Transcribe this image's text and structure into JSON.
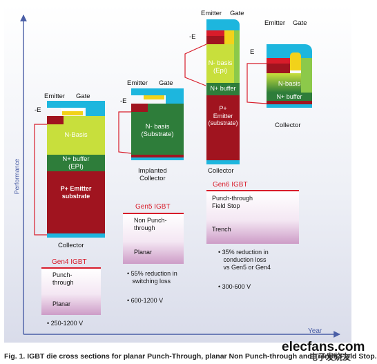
{
  "axes": {
    "y_label": "Performance",
    "x_label": "Year"
  },
  "devices": {
    "gen4": {
      "terminals": {
        "emitter": "Emitter",
        "gate": "Gate",
        "collector": "Collector",
        "field": "-E"
      },
      "layers": {
        "n": "N-Basis",
        "buffer": "N+ buffer\n(EPI)",
        "p": "P+ Emitter\nsubstrate"
      },
      "card": {
        "title": "Gen4 IGBT",
        "line1": "Punch-\nthrough",
        "line2": "Planar"
      },
      "bullets": [
        "• 250-1200 V"
      ]
    },
    "gen5": {
      "terminals": {
        "emitter": "Emitter",
        "gate": "Gate",
        "collector": "Implanted\nCollector",
        "field": "-E"
      },
      "layers": {
        "n": "N- basis\n(Substrate)"
      },
      "card": {
        "title": "Gen5 IGBT",
        "line1": "Non Punch-\nthrough",
        "line2": "Planar"
      },
      "bullets": [
        "• 55% reduction in\n   switching loss",
        "• 600-1200 V"
      ]
    },
    "gen6": {
      "terminals": {
        "emitter": "Emitter",
        "gate": "Gate",
        "collector": "Collector",
        "field": "-E"
      },
      "layers": {
        "n": "N- basis\n(Epi)",
        "buffer": "N+ buffer",
        "p": "P+\nEmitter\n(substrate)"
      },
      "card": {
        "title": "Gen6 IGBT",
        "line1": "Punch-through\nField Stop",
        "line2": "Trench"
      },
      "bullets": [
        "• 35% reduction in\n   conduction loss\n   vs Gen5 or Gen4",
        "• 300-600 V"
      ]
    },
    "trench": {
      "terminals": {
        "emitter": "Emitter",
        "gate": "Gate",
        "collector": "Collector",
        "field": "E"
      },
      "layers": {
        "n": "N-basis",
        "buffer": "N+ buffer"
      }
    }
  },
  "caption": "Fig. 1. IGBT die cross sections for planar Punch-Through, planar Non Punch-through and Trench Field Stop.",
  "watermark": {
    "logo": "elecfans.com",
    "cn": "电子发烧友"
  },
  "colors": {
    "p_emitter": "#a0141f",
    "n_basis_light": "#c8df3c",
    "n_basis_dark": "#2e7d3a",
    "buffer_green": "#2e7d3a",
    "metal_cyan": "#1db6de",
    "gate_yellow": "#f2d21a",
    "accent_red": "#d81c2a",
    "card_pink": "#cd9cc7",
    "axis_blue": "#4a5ea6"
  }
}
